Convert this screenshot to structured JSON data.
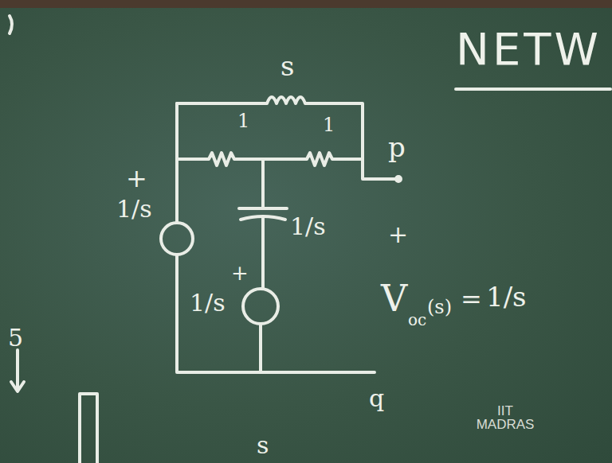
{
  "diagram": {
    "title": "NETW",
    "labels": [
      "s",
      "1",
      "1",
      "p",
      "+",
      "1/s",
      "1/s",
      "+",
      "1/s",
      "+",
      "V",
      "oc",
      "(s)",
      "=",
      "1/s",
      "q",
      "IIT MADRAS",
      "5",
      "s"
    ]
  }
}
